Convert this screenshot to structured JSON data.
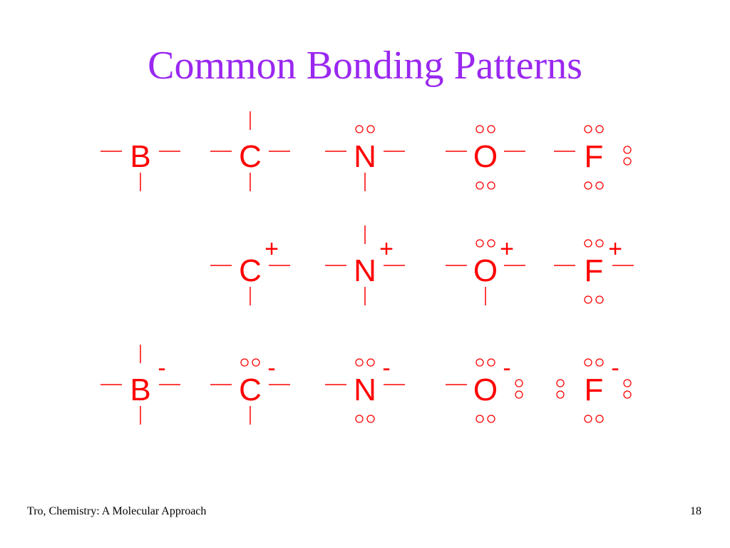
{
  "slide": {
    "title": "Common Bonding Patterns",
    "footer_left": "Tro, Chemistry: A Molecular Approach",
    "page_number": "18"
  },
  "colors": {
    "title": "#9a28f0",
    "structure": "#ff0000",
    "footer": "#000000"
  },
  "rows": [
    {
      "name": "neutral",
      "items": [
        {
          "symbol": "B",
          "charge": "",
          "bonds": 3,
          "lone_pairs": 0
        },
        {
          "symbol": "C",
          "charge": "",
          "bonds": 4,
          "lone_pairs": 0
        },
        {
          "symbol": "N",
          "charge": "",
          "bonds": 3,
          "lone_pairs": 1
        },
        {
          "symbol": "O",
          "charge": "",
          "bonds": 2,
          "lone_pairs": 2
        },
        {
          "symbol": "F",
          "charge": "",
          "bonds": 1,
          "lone_pairs": 3
        }
      ]
    },
    {
      "name": "positive",
      "items": [
        {
          "symbol": "C",
          "charge": "+",
          "bonds": 3,
          "lone_pairs": 0
        },
        {
          "symbol": "N",
          "charge": "+",
          "bonds": 4,
          "lone_pairs": 0
        },
        {
          "symbol": "O",
          "charge": "+",
          "bonds": 3,
          "lone_pairs": 1
        },
        {
          "symbol": "F",
          "charge": "+",
          "bonds": 2,
          "lone_pairs": 2
        }
      ]
    },
    {
      "name": "negative",
      "items": [
        {
          "symbol": "B",
          "charge": "-",
          "bonds": 4,
          "lone_pairs": 0
        },
        {
          "symbol": "C",
          "charge": "-",
          "bonds": 3,
          "lone_pairs": 1
        },
        {
          "symbol": "N",
          "charge": "-",
          "bonds": 2,
          "lone_pairs": 2
        },
        {
          "symbol": "O",
          "charge": "-",
          "bonds": 1,
          "lone_pairs": 3
        },
        {
          "symbol": "F",
          "charge": "-",
          "bonds": 0,
          "lone_pairs": 4
        }
      ]
    }
  ]
}
